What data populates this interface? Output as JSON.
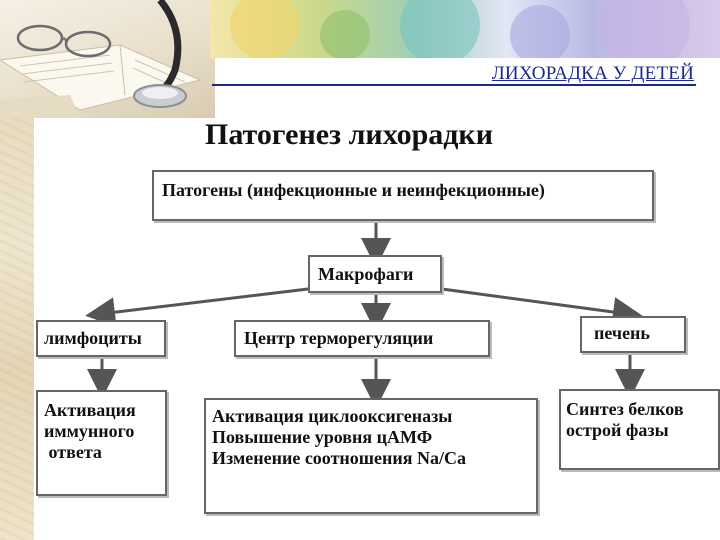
{
  "header": {
    "title": "ЛИХОРАДКА У ДЕТЕЙ"
  },
  "slide": {
    "title": "Патогенез лихорадки"
  },
  "diagram": {
    "pathogens": "Патогены (инфекционные и неинфекционные)",
    "macrophages": "Макрофаги",
    "lymphocytes": "лимфоциты",
    "thermoregulation_center": "Центр терморегуляции",
    "liver": "печень",
    "immune_activation": [
      "Активация",
      "иммунного",
      " ответа"
    ],
    "center_effects": [
      "Активация циклооксигеназы",
      "Повышение уровня цАМФ",
      "Изменение соотношения Na/Ca"
    ],
    "acute_phase": [
      "Синтез белков",
      "острой фазы"
    ]
  },
  "colors": {
    "header_title": "#1b2a8a",
    "arrow": "#555555",
    "box_border": "#666666"
  }
}
